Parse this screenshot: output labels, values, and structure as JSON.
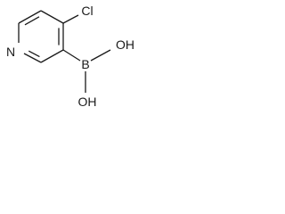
{
  "molecule": {
    "atoms": {
      "chlorine": "Cl",
      "nitrogen": "N",
      "boron": "B",
      "hydroxyl_upper": "OH",
      "hydroxyl_lower": "OH"
    }
  }
}
